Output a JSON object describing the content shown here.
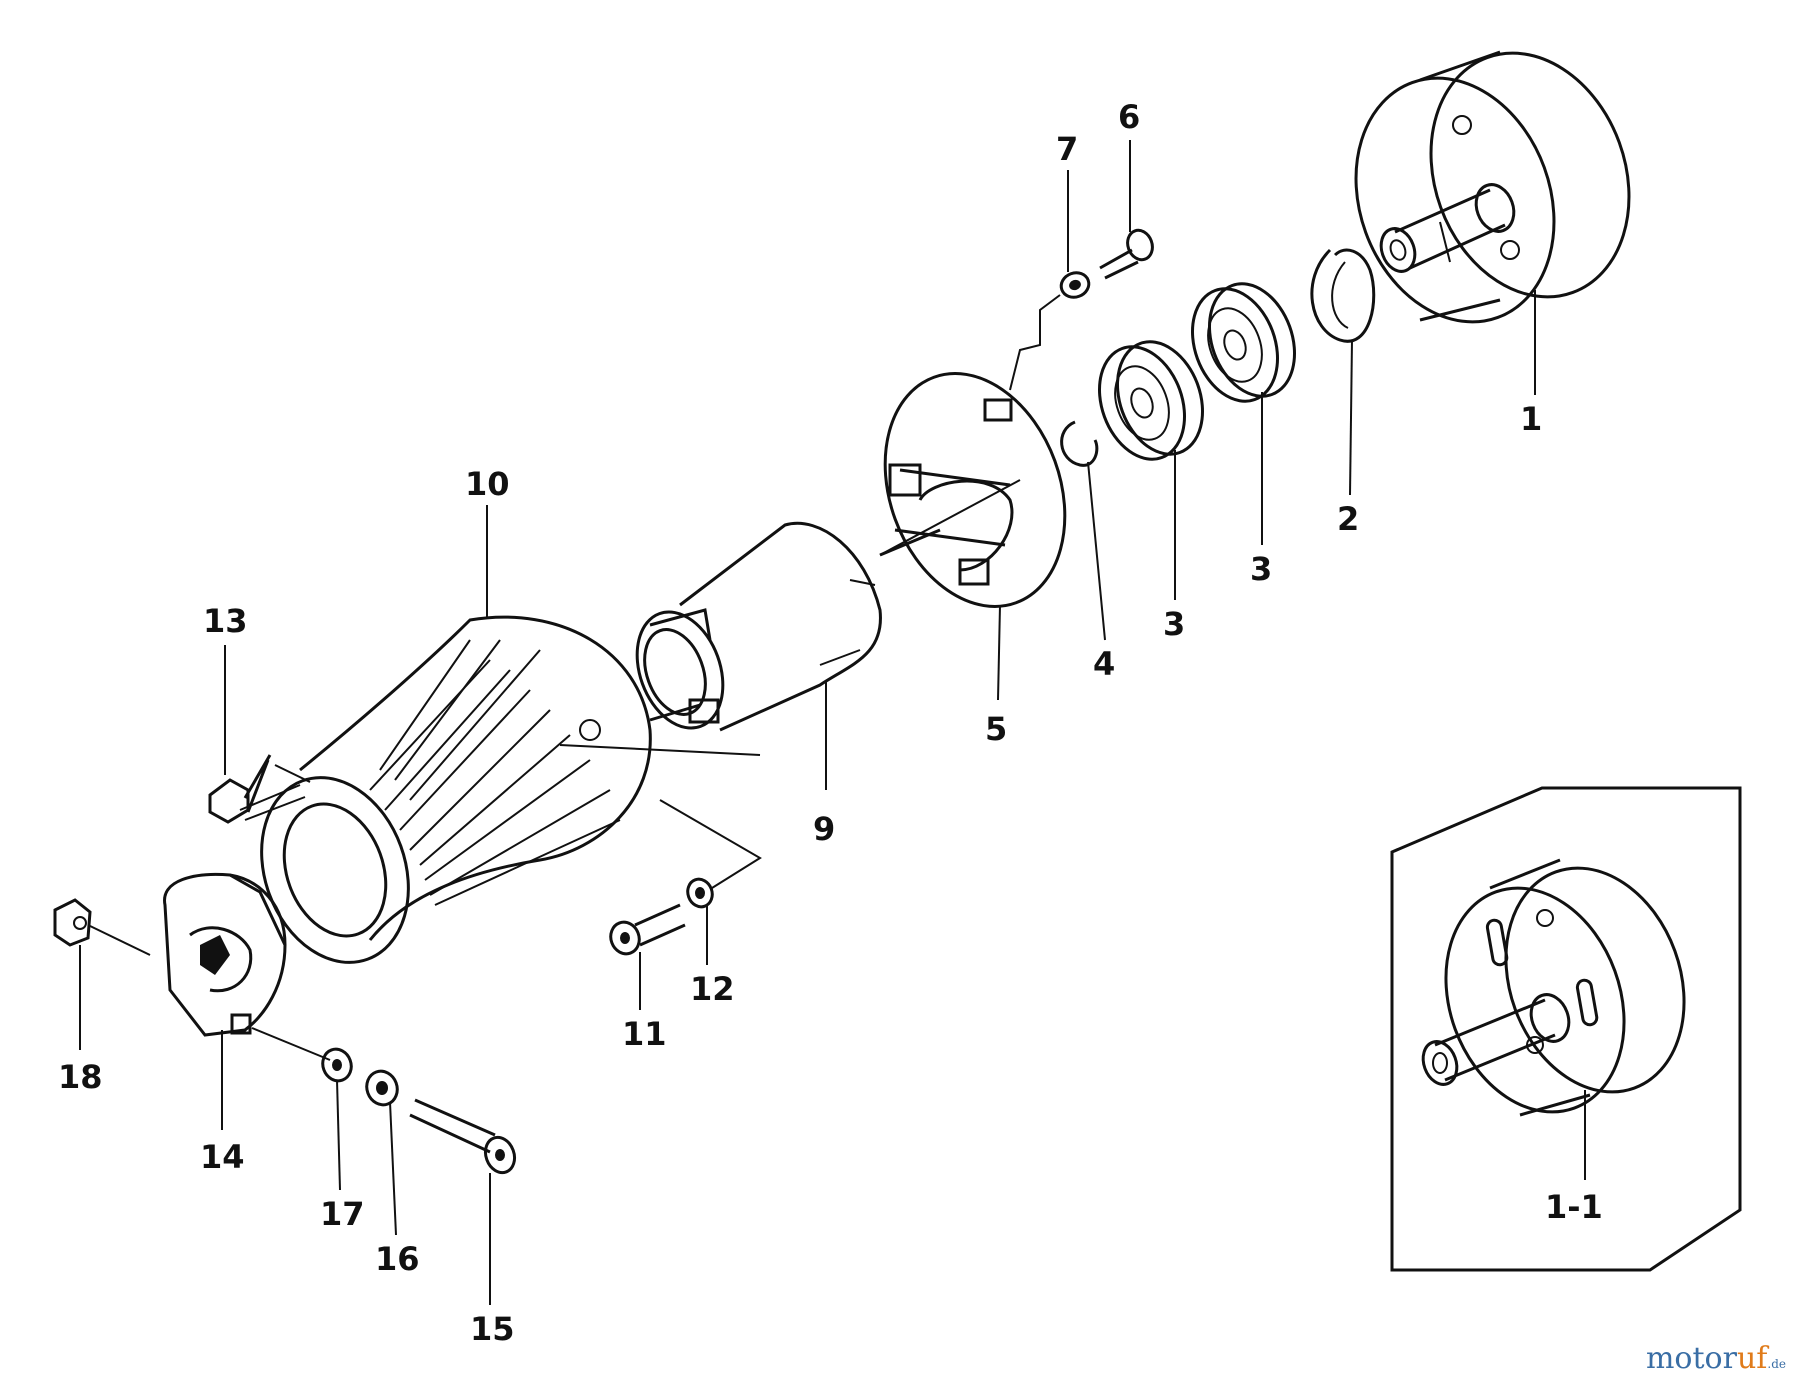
{
  "labels": {
    "p1": "1",
    "p2": "2",
    "p3a": "3",
    "p3b": "3",
    "p4": "4",
    "p5": "5",
    "p6": "6",
    "p7": "7",
    "p9": "9",
    "p10": "10",
    "p11": "11",
    "p12": "12",
    "p13": "13",
    "p14": "14",
    "p15": "15",
    "p16": "16",
    "p17": "17",
    "p18": "18",
    "p1_1": "1-1"
  },
  "watermark": {
    "part1": "motor",
    "part2": "uf",
    "part3": ".de"
  }
}
